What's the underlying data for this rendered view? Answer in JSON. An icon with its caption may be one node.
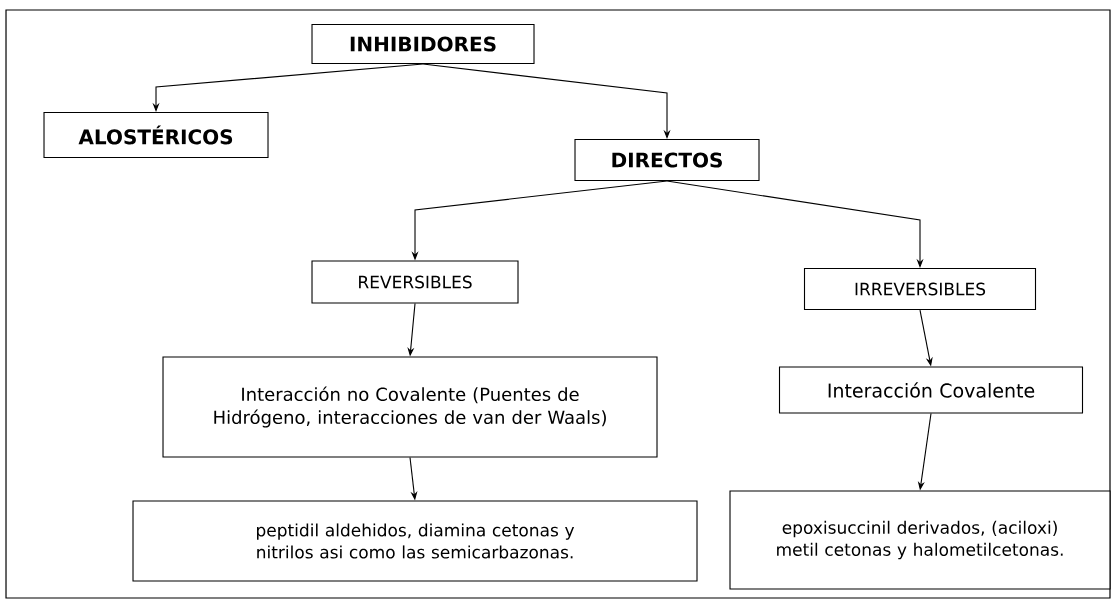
{
  "diagram": {
    "nodes": [
      {
        "text": [
          "INHIBIDORES"
        ]
      },
      {
        "text": [
          "ALOSTÉRICOS"
        ]
      },
      {
        "text": [
          "DIRECTOS"
        ]
      },
      {
        "text": [
          "REVERSIBLES"
        ]
      },
      {
        "text": [
          "IRREVERSIBLES"
        ]
      },
      {
        "text": [
          "Interacción no Covalente (Puentes de Hidrógeno, interacciones de van der Waals)"
        ]
      },
      {
        "text": [
          "Interacción Covalente"
        ]
      },
      {
        "text": [
          "peptidil aldehidos, diamina cetonas y nitrilos asi como las semicarbazonas."
        ]
      },
      {
        "text": [
          "epoxisuccinil derivados, (aciloxi) metil cetonas y halometilcetonas."
        ]
      }
    ],
    "edges": [
      {
        "from": 0,
        "to": 1,
        "arrow": "to"
      },
      {
        "from": 0,
        "to": 2,
        "arrow": "to"
      },
      {
        "from": 2,
        "to": 3,
        "arrow": "to"
      },
      {
        "from": 2,
        "to": 4,
        "arrow": "to"
      },
      {
        "from": 3,
        "to": 5,
        "arrow": "to"
      },
      {
        "from": 4,
        "to": 6,
        "arrow": "to"
      },
      {
        "from": 5,
        "to": 7,
        "arrow": "to"
      },
      {
        "from": 6,
        "to": 8,
        "arrow": "to"
      }
    ]
  }
}
